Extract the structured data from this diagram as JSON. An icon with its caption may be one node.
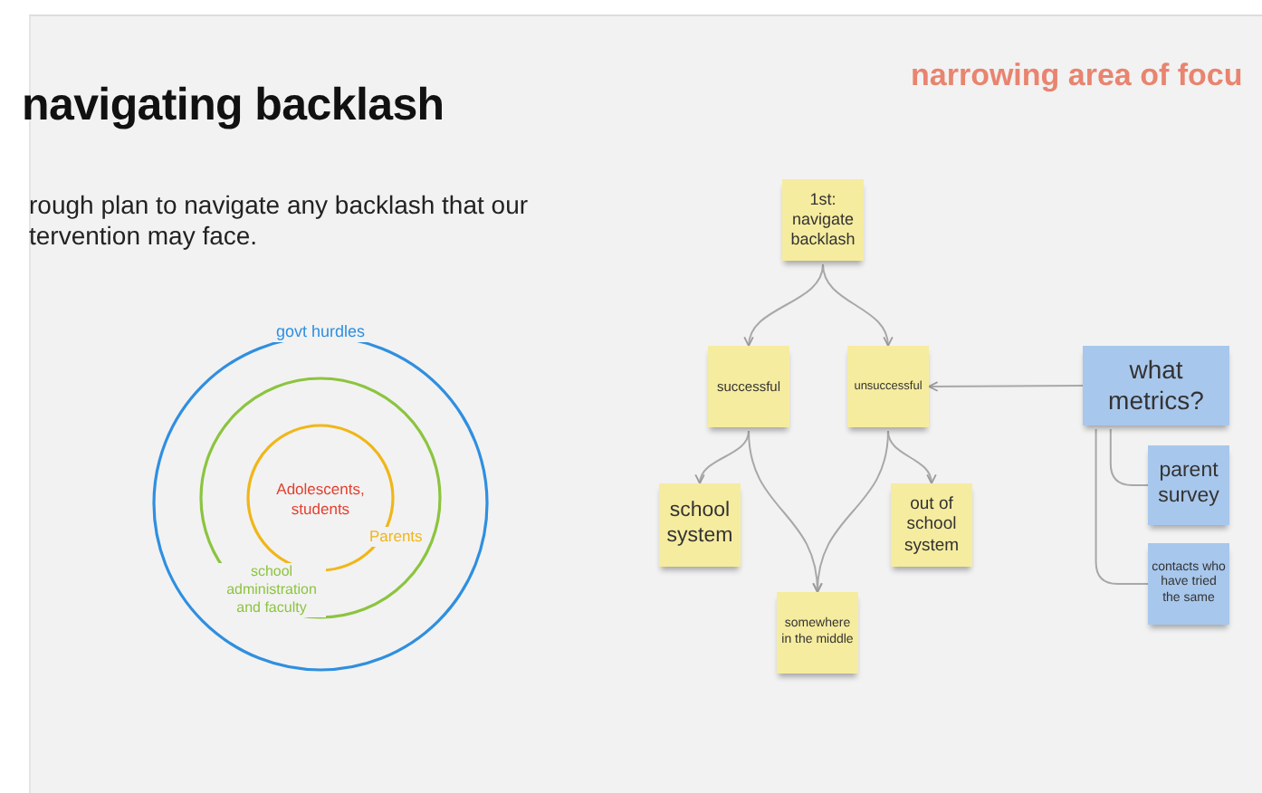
{
  "diagram": {
    "title": "navigating backlash",
    "caption": "rough plan to navigate any backlash that our tervention may face.",
    "nodes": [
      {
        "text": [
          "govt hurdles"
        ]
      },
      {
        "text": [
          "school administration and faculty"
        ],
        "in": 0
      },
      {
        "text": [
          "Adolescents, students",
          "Parents"
        ],
        "in": 1
      },
      {
        "text": [
          "1st: navigate backlash"
        ]
      },
      {
        "text": [
          "successful"
        ]
      },
      {
        "text": [
          "unsuccessful"
        ]
      },
      {
        "text": [
          "school system"
        ]
      },
      {
        "text": [
          "out of school system"
        ]
      },
      {
        "text": [
          "somewhere in the middle"
        ]
      },
      {
        "text": [
          "what metrics?"
        ]
      },
      {
        "text": [
          "parent survey"
        ]
      },
      {
        "text": [
          "contacts who have tried the same"
        ]
      }
    ],
    "edges": [
      {
        "from": 3,
        "to": 4,
        "arrow": "to"
      },
      {
        "from": 3,
        "to": 5,
        "arrow": "to"
      },
      {
        "from": 4,
        "to": 6,
        "arrow": "to"
      },
      {
        "from": 4,
        "to": 8,
        "arrow": "to"
      },
      {
        "from": 5,
        "to": 8,
        "arrow": "to"
      },
      {
        "from": 5,
        "to": 7,
        "arrow": "to"
      },
      {
        "from": 9,
        "to": 5,
        "arrow": "to"
      },
      {
        "from": 9,
        "to": 10,
        "arrow": "none"
      },
      {
        "from": 9,
        "to": 11,
        "arrow": "none"
      }
    ],
    "labels": [
      "narrowing area of focu"
    ]
  }
}
